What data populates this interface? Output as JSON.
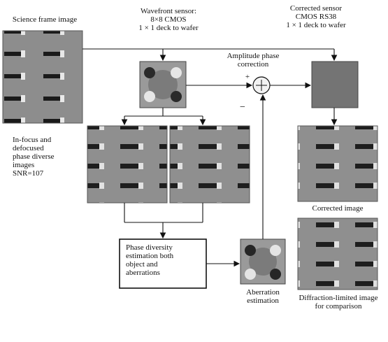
{
  "labels": {
    "science_frame": "Science frame image",
    "wavefront_sensor": [
      "Wavefront sensor:",
      "8×8 CMOS",
      "1 × 1 deck to wafer"
    ],
    "corrected_sensor": [
      "Corrected sensor",
      "CMOS RS38",
      "1 × 1 deck to wafer"
    ],
    "amplitude_correction": [
      "Amplitude phase",
      "correction"
    ],
    "infocus_defocused": [
      "In-focus and",
      "defocused",
      "phase diverse",
      "images",
      "SNR=107"
    ],
    "phase_diversity": [
      "Phase diversity",
      "estimation both",
      "object and",
      "aberrations"
    ],
    "aberration_estimation": [
      "Aberration",
      "estimation"
    ],
    "corrected_image": "Corrected image",
    "diffraction_limited": [
      "Diffraction-limited image",
      "for comparison"
    ],
    "summer_plus": "+",
    "summer_minus": "−"
  },
  "colors": {
    "line": "#111111",
    "panel_bg": "#8a8a8a",
    "corrected_bg": "#747474"
  },
  "icons": [
    "wavefront-image-icon",
    "summing-junction-icon",
    "aberration-phase-map-icon"
  ]
}
